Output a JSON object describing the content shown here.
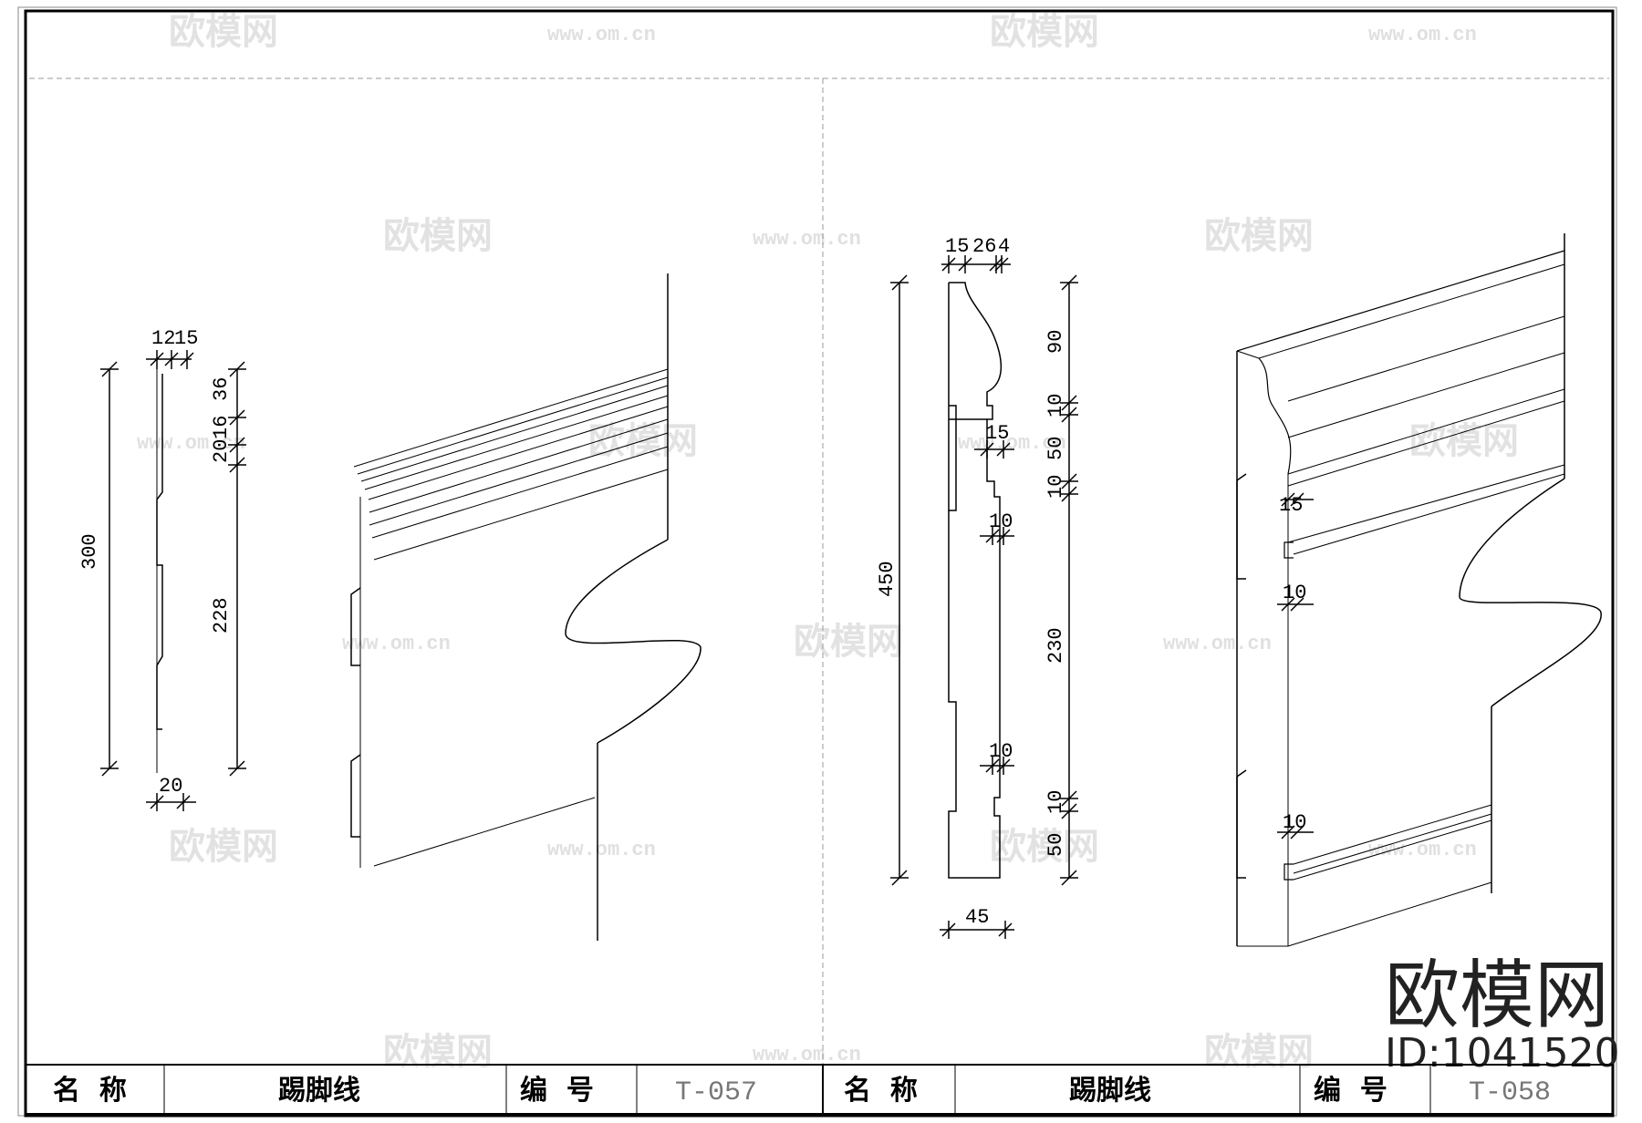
{
  "watermark": {
    "logo_text": "欧模网",
    "url": "www.om.cn"
  },
  "brand": {
    "name": "欧模网",
    "id_label": "ID:1041520"
  },
  "title_block": {
    "left": {
      "name_label": "名  称",
      "name_value": "踢脚线",
      "number_label": "编  号",
      "number_value": "T-057"
    },
    "right": {
      "name_label": "名  称",
      "name_value": "踢脚线",
      "number_label": "编  号",
      "number_value": "T-058"
    }
  },
  "drawing_left": {
    "dims": {
      "top_a": "12",
      "top_b": "15",
      "right_a": "36",
      "right_b": "20",
      "right_c": "16",
      "right_d": "228",
      "overall_height": "300",
      "bottom_width": "20"
    }
  },
  "drawing_right": {
    "dims": {
      "top_a": "15",
      "top_b": "26",
      "top_c": "4",
      "overall_height": "450",
      "r1": "90",
      "r2": "10",
      "r3": "50",
      "r4": "10",
      "r5": "230",
      "r6": "10",
      "r7": "50",
      "g1": "15",
      "g2": "10",
      "g3": "10",
      "bottom_width": "45",
      "iso_1": "15",
      "iso_2": "10",
      "iso_3": "10"
    }
  }
}
